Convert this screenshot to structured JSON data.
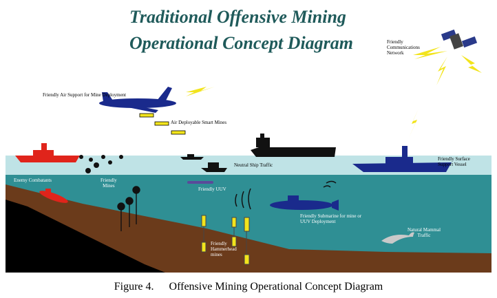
{
  "title": {
    "line1": "Traditional Offensive Mining",
    "line2": "Operational Concept Diagram"
  },
  "labels": {
    "comms_network": [
      "Friendly",
      "Communications",
      "Network"
    ],
    "air_support": "Friendly Air Support for Mine Deployment",
    "air_mines": "Air Deployable Smart Mines",
    "neutral_ship": "Neutral Ship Traffic",
    "surface_vessel": [
      "Friendly Surface",
      "Support Vessel"
    ],
    "enemy": "Enemy Combatants",
    "friendly_mines": [
      "Friendly",
      "Mines"
    ],
    "uuv": "Friendly UUV",
    "submarine": [
      "Friendly Submarine for mine or",
      "UUV Deployment"
    ],
    "hammerhead": [
      "Friendly",
      "Hammerhead",
      "mines"
    ],
    "mammal": [
      "Natural Mammal",
      "Traffic"
    ]
  },
  "caption": {
    "number": "Figure 4.",
    "text": "Offensive Mining Operational Concept Diagram"
  },
  "colors": {
    "sky": "#ffffff",
    "surface_water": "#bfe3e6",
    "deep_water": "#2f8f94",
    "seabed": "#6b3b1b",
    "friendly_blue": "#1a2a8c",
    "enemy_red": "#e0241b",
    "mine_yellow": "#f2e41c",
    "title_teal": "#1f5a5a"
  }
}
